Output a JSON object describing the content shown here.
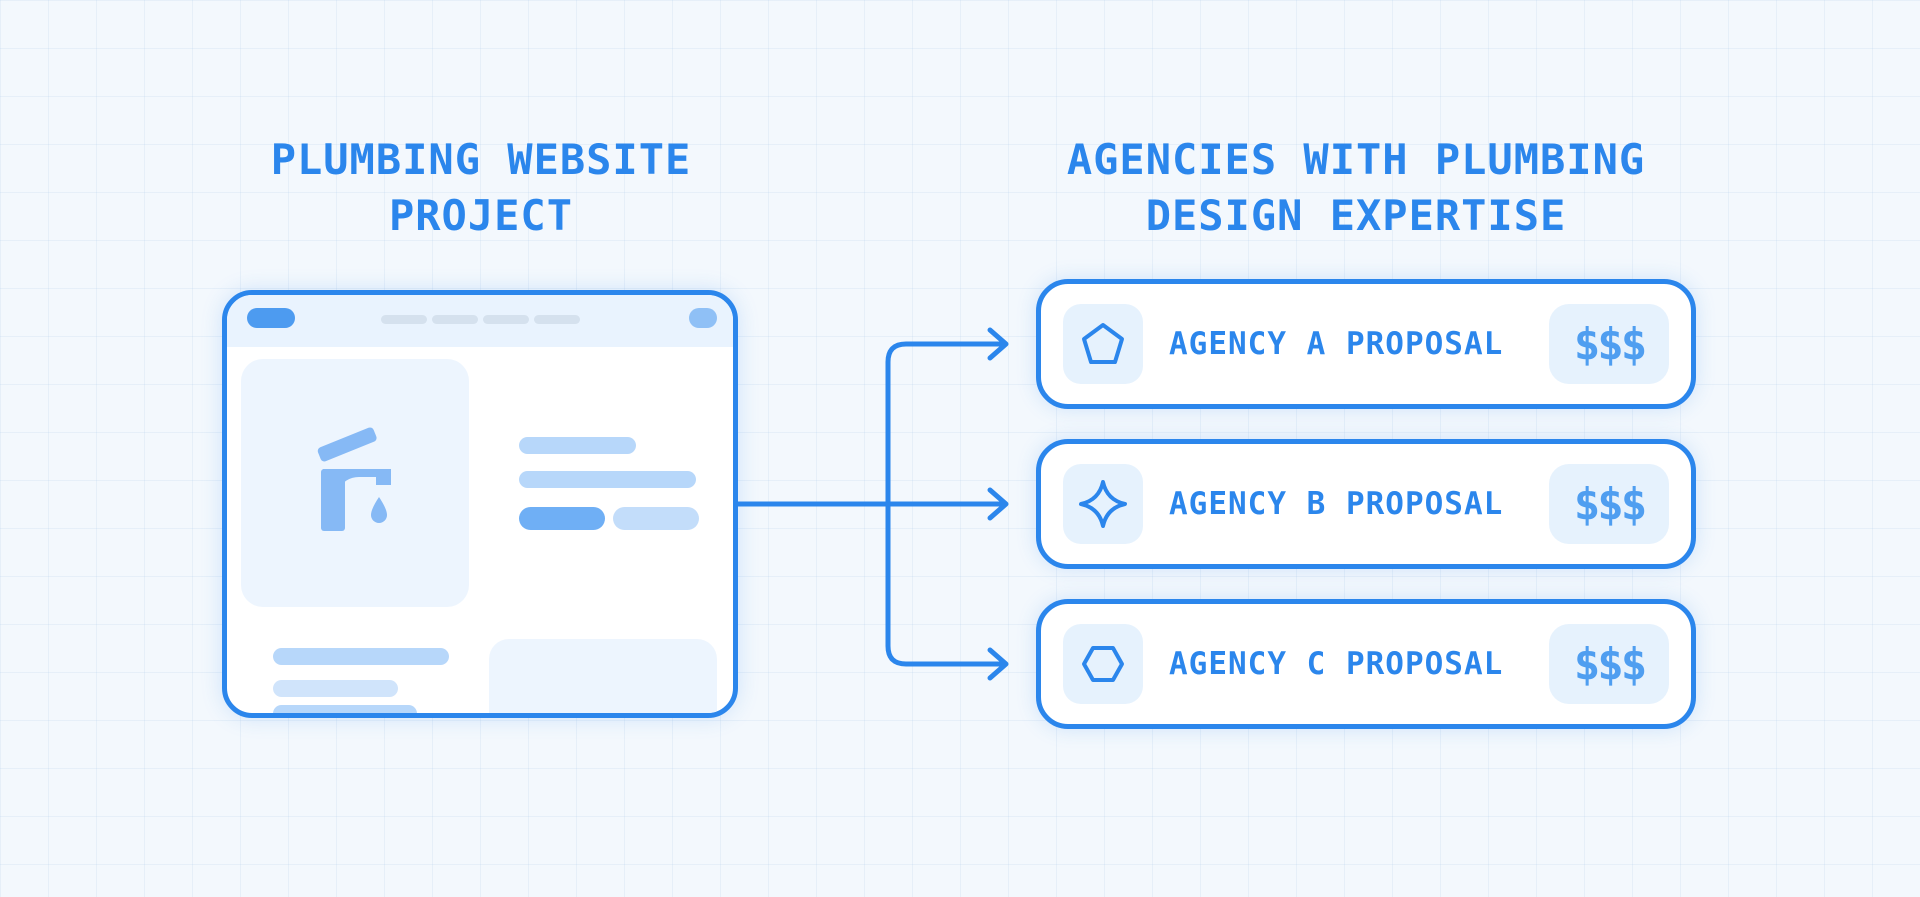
{
  "colors": {
    "accent": "#2b86ec",
    "background": "#f3f8fd",
    "tint": "#e6f2fd",
    "muted": "#b9d8fb"
  },
  "left_heading": {
    "line1": "PLUMBING WEBSITE",
    "line2": "PROJECT"
  },
  "right_heading": {
    "line1": "AGENCIES WITH PLUMBING",
    "line2": "DESIGN EXPERTISE"
  },
  "agencies": [
    {
      "label": "AGENCY A PROPOSAL",
      "icon": "pentagon-icon",
      "price": "$$$"
    },
    {
      "label": "AGENCY B PROPOSAL",
      "icon": "sparkle-icon",
      "price": "$$$"
    },
    {
      "label": "AGENCY C PROPOSAL",
      "icon": "hexagon-icon",
      "price": "$$$"
    }
  ],
  "hero_icon": "faucet-icon"
}
